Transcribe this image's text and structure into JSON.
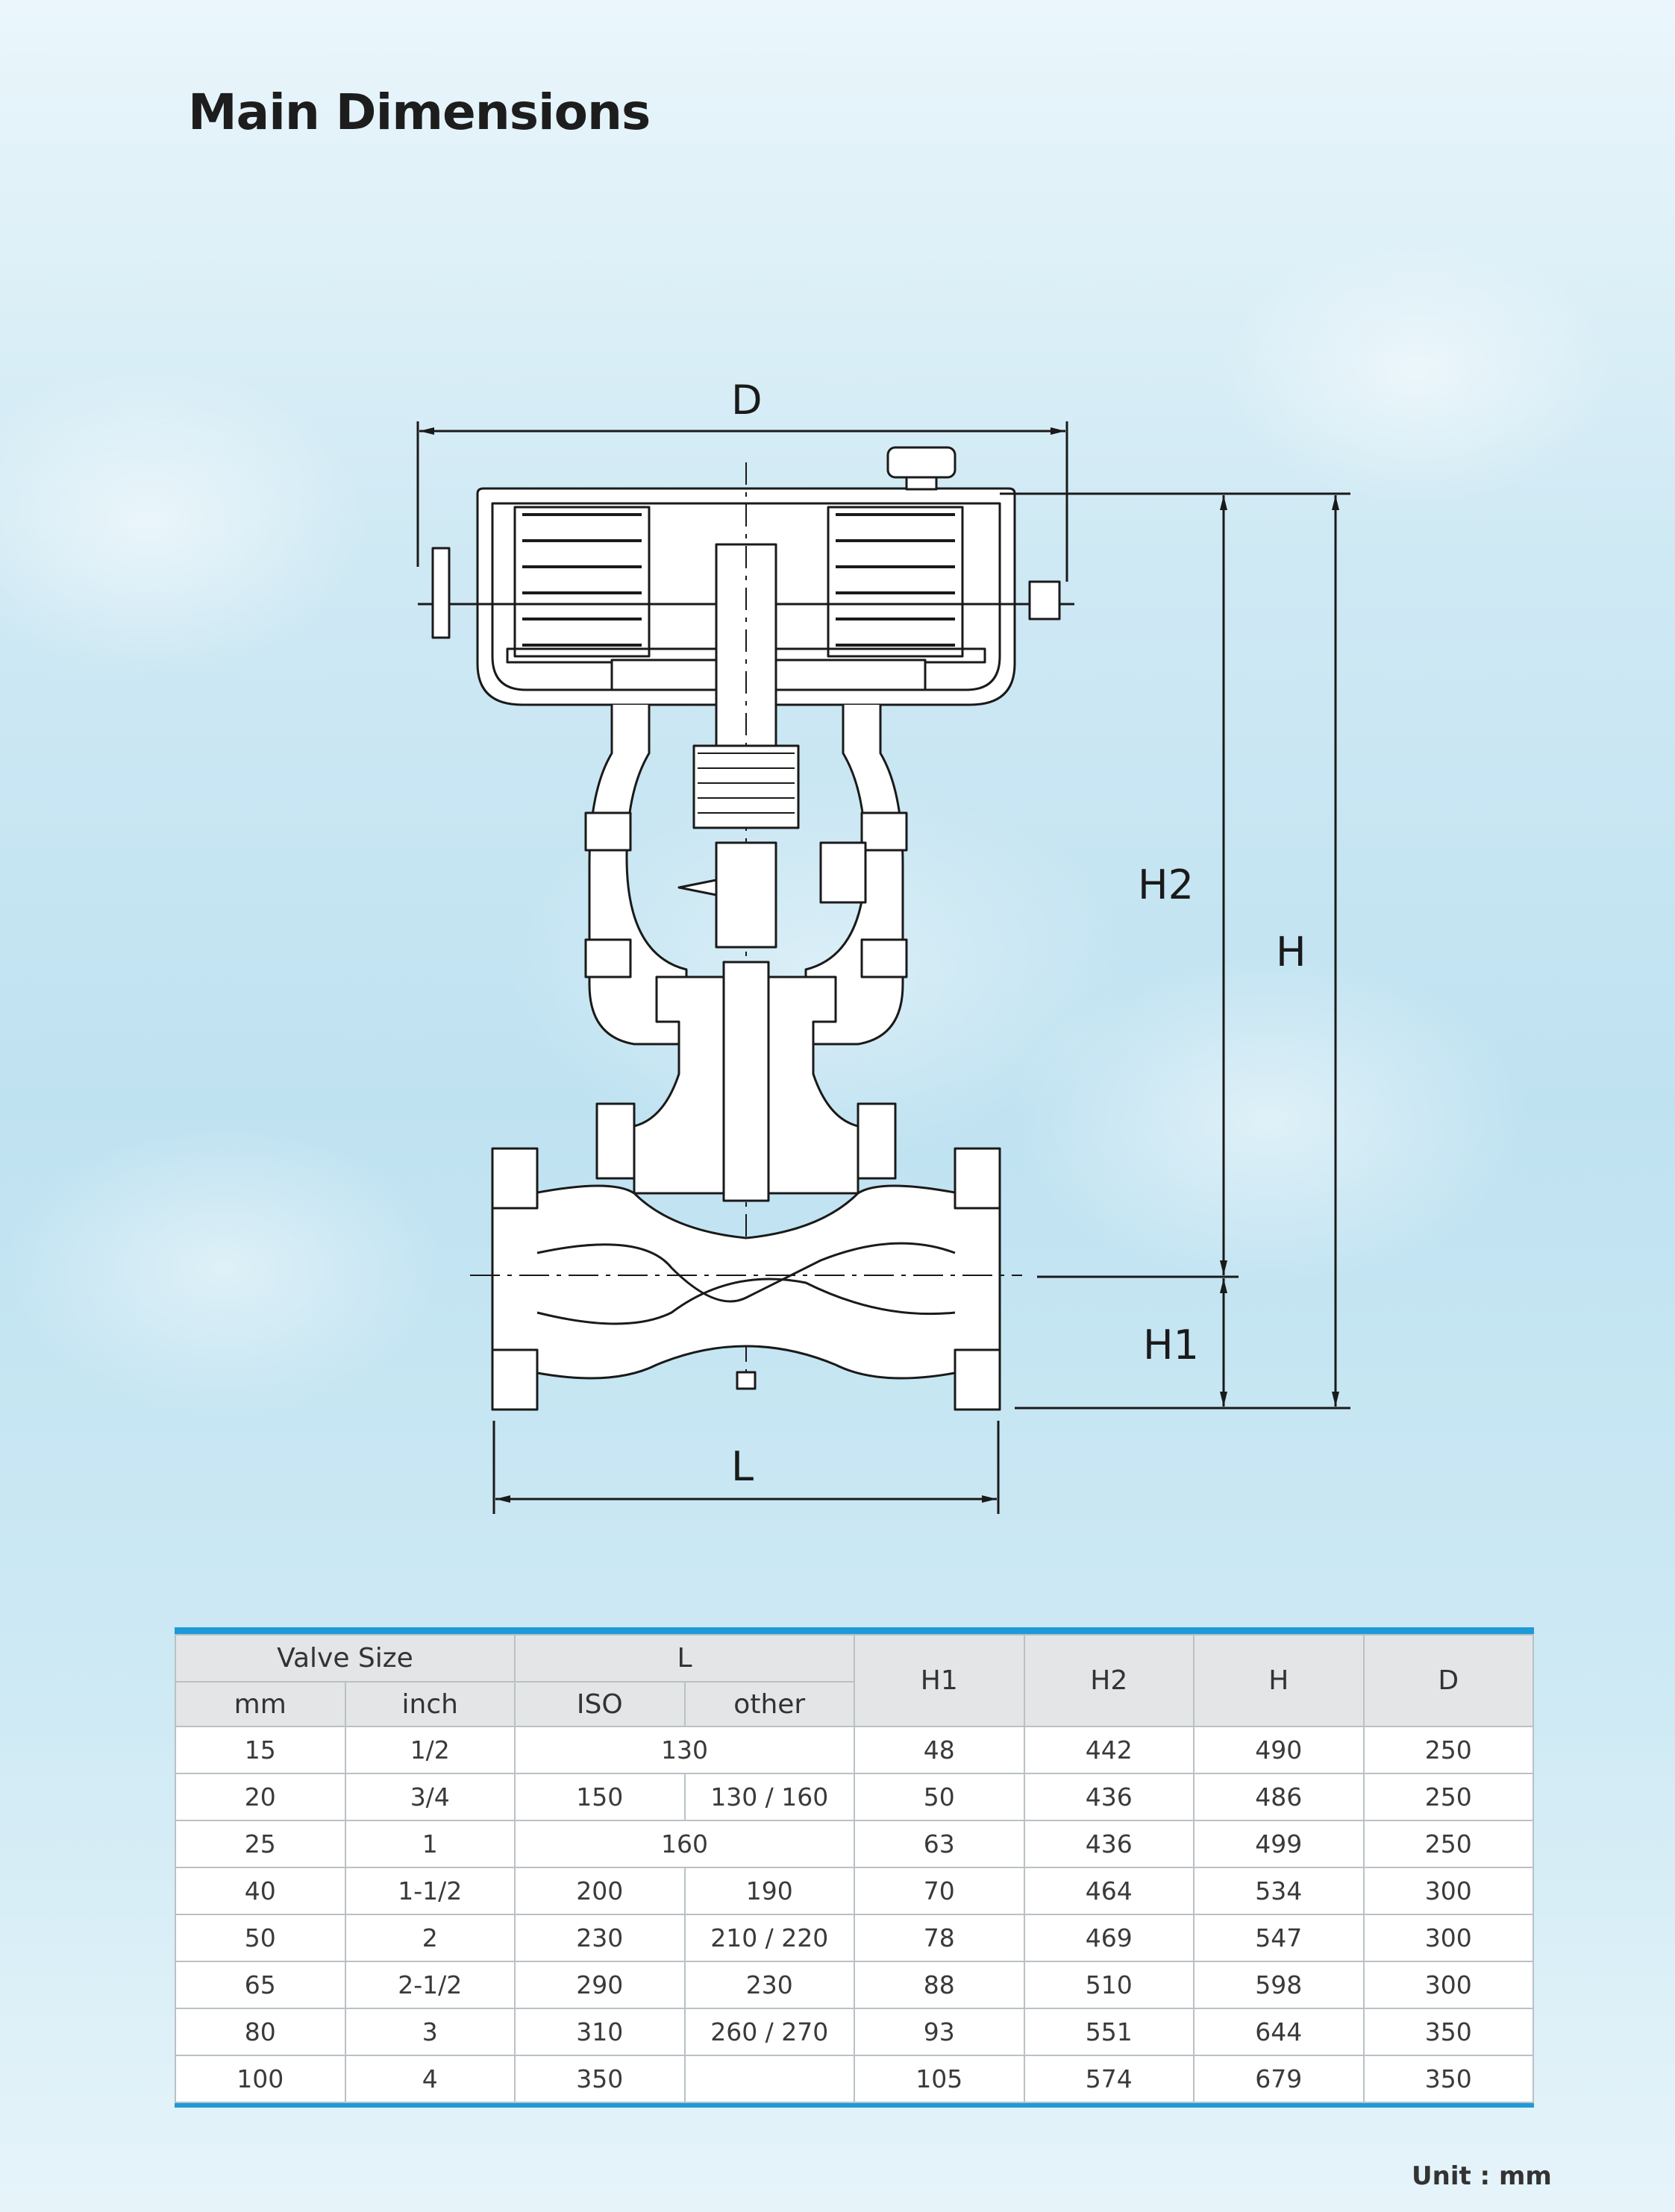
{
  "page": {
    "title": "Main Dimensions",
    "unit_note": "Unit : mm"
  },
  "drawing": {
    "labels": {
      "d": "D",
      "l": "L",
      "h": "H",
      "h1": "H1",
      "h2": "H2"
    }
  },
  "table": {
    "group_headers": {
      "valve_size": "Valve Size",
      "l": "L"
    },
    "sub_headers": {
      "mm": "mm",
      "inch": "inch",
      "iso": "ISO",
      "other": "other"
    },
    "col_headers": {
      "h1": "H1",
      "h2": "H2",
      "h": "H",
      "d": "D"
    },
    "rows": [
      {
        "mm": "15",
        "inch": "1/2",
        "iso": "130",
        "other": "130",
        "merged": true,
        "h1": "48",
        "h2": "442",
        "h": "490",
        "d": "250"
      },
      {
        "mm": "20",
        "inch": "3/4",
        "iso": "150",
        "other": "130 / 160",
        "merged": false,
        "h1": "50",
        "h2": "436",
        "h": "486",
        "d": "250"
      },
      {
        "mm": "25",
        "inch": "1",
        "iso": "160",
        "other": "160",
        "merged": true,
        "h1": "63",
        "h2": "436",
        "h": "499",
        "d": "250"
      },
      {
        "mm": "40",
        "inch": "1-1/2",
        "iso": "200",
        "other": "190",
        "merged": false,
        "h1": "70",
        "h2": "464",
        "h": "534",
        "d": "300"
      },
      {
        "mm": "50",
        "inch": "2",
        "iso": "230",
        "other": "210 / 220",
        "merged": false,
        "h1": "78",
        "h2": "469",
        "h": "547",
        "d": "300"
      },
      {
        "mm": "65",
        "inch": "2-1/2",
        "iso": "290",
        "other": "230",
        "merged": false,
        "h1": "88",
        "h2": "510",
        "h": "598",
        "d": "300"
      },
      {
        "mm": "80",
        "inch": "3",
        "iso": "310",
        "other": "260 / 270",
        "merged": false,
        "h1": "93",
        "h2": "551",
        "h": "644",
        "d": "350"
      },
      {
        "mm": "100",
        "inch": "4",
        "iso": "350",
        "other": "",
        "merged": false,
        "h1": "105",
        "h2": "574",
        "h": "679",
        "d": "350"
      }
    ]
  },
  "colors": {
    "accent_blue": "#1e9ad8",
    "header_gray": "#e3e5e6",
    "line": "#1a1a1a"
  }
}
